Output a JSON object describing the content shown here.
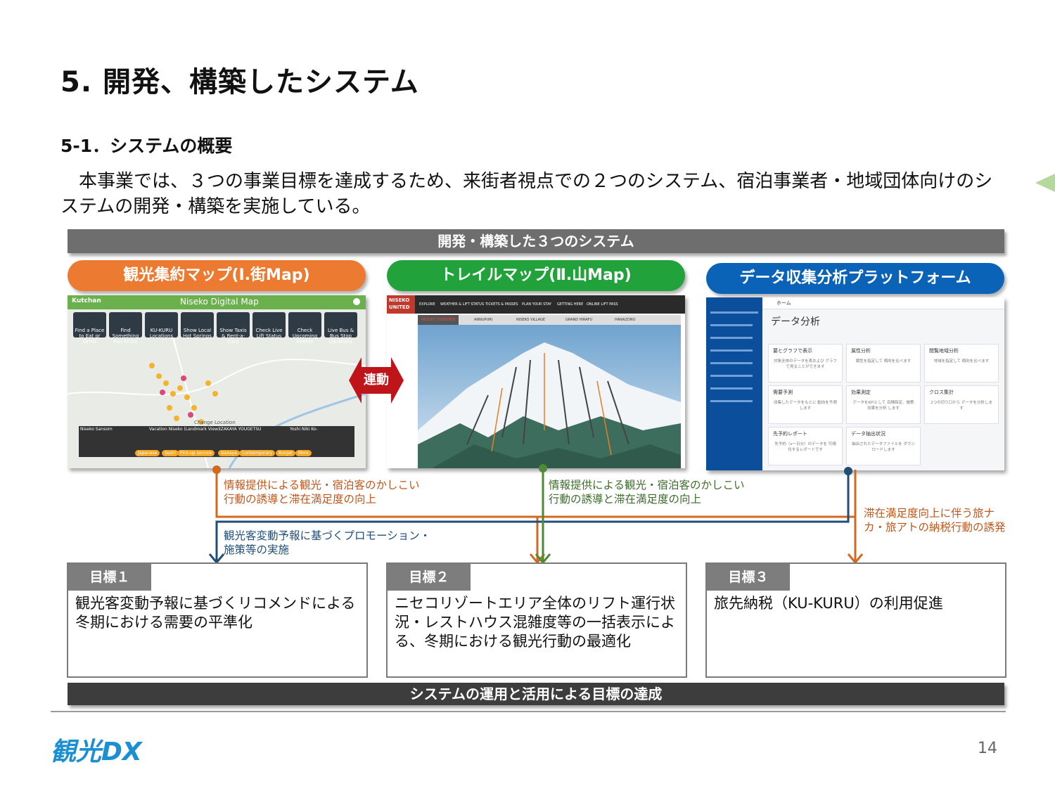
{
  "title": "5. 開発、構築したシステム",
  "subtitle": "5-1．システムの概要",
  "intro": "　本事業では、３つの事業目標を達成するため、来街者視点での２つのシステム、宿泊事業者・地域団体向けのシステムの開発・構築を実施している。",
  "banner_top": "開発・構築した３つのシステム",
  "systems": [
    {
      "title": "観光集約マップ(Ⅰ.街Map)"
    },
    {
      "title": "トレイルマップ(Ⅱ.山Map)"
    },
    {
      "title": "データ収集分析プラットフォーム"
    }
  ],
  "shot1": {
    "area": "Kutchan",
    "map_title": "Niseko Digital Map",
    "buttons": [
      "Find a Place to Eat or Drink",
      "Find Something Fun to Do",
      "KU-KURU Locations",
      "Show Local Hot Springs",
      "Show Taxis & Rent-a-Cars",
      "Check Live Lift Status",
      "Check Upcoming Events",
      "Live Bus & Bus Stop Locations"
    ],
    "photos": [
      "Niseko Sansom",
      "Vacation Niseko (Landmark View)",
      "IZAKAYA YOUGETSU",
      "Yoshi Niki Ko-"
    ],
    "chips": [
      "Japanese",
      "Sushi",
      "Pick-up service",
      "Izakaya",
      "Contemporary",
      "Burger",
      "More"
    ],
    "change_location": "Change Location"
  },
  "shot2": {
    "brand_top": "NISEKO",
    "brand_bottom": "UNITED",
    "nav": [
      "EXPLORE",
      "WEATHER & LIFT STATUS",
      "TICKETS & PASSES",
      "PLAN YOUR STAY",
      "GETTING HERE",
      "ONLINE LIFT PASS"
    ],
    "tabs": [
      "RESORT OVERVIEW",
      "ANNUPURI",
      "NISEKO VILLAGE",
      "GRAND HIRAFU",
      "HANAZONO"
    ]
  },
  "shot3": {
    "header": "ホーム",
    "page_heading": "データ分析",
    "cards": [
      {
        "title": "要とグラフで表示",
        "body": "対象全体のデータを表および グラフで見ることができます"
      },
      {
        "title": "属性分析",
        "body": "属性を指定して 傾向を比べます"
      },
      {
        "title": "閲覧地域分析",
        "body": "地域を指定して 傾向を比べます"
      },
      {
        "title": "需要予測",
        "body": "収集したデータをもとに 動向を予測します"
      },
      {
        "title": "効果測定",
        "body": "データをKPIとして 目標設定、施策効果を分析 します"
      },
      {
        "title": "クロス集計",
        "body": "2つの切り口から データを分析します"
      },
      {
        "title": "先予約レポート",
        "body": "先予約（x〜日分）のデータを 可視化するレポートです"
      },
      {
        "title": "データ抽出状況",
        "body": "抽出されたデータファイルを ダウンロードします"
      }
    ]
  },
  "link_label": "連動",
  "annotations": {
    "a1": "情報提供による観光・宿泊客のかしこい\n行動の誘導と滞在満足度の向上",
    "a2": "情報提供による観光・宿泊客のかしこい\n行動の誘導と滞在満足度の向上",
    "a3": "観光客変動予報に基づくプロモーション・\n施策等の実施",
    "a4": "滞在満足度向上に伴う旅ナ\nカ・旅アトの納税行動の誘発"
  },
  "goals": [
    {
      "tag": "目標１",
      "text": "観光客変動予報に基づくリコメンドによる冬期における需要の平準化"
    },
    {
      "tag": "目標２",
      "text": "ニセコリゾートエリア全体のリフト運行状況・レストハウス混雑度等の一括表示による、冬期における観光行動の最適化"
    },
    {
      "tag": "目標３",
      "text": "旅先納税（KU-KURU）の利用促進"
    }
  ],
  "banner_bottom": "システムの運用と活用による目標の達成",
  "logo": "観光DX",
  "page_number": "14",
  "colors": {
    "orange": "#d2691e",
    "green": "#4e8a35",
    "navy": "#1f4e79",
    "banner": "#6e6e6e"
  }
}
